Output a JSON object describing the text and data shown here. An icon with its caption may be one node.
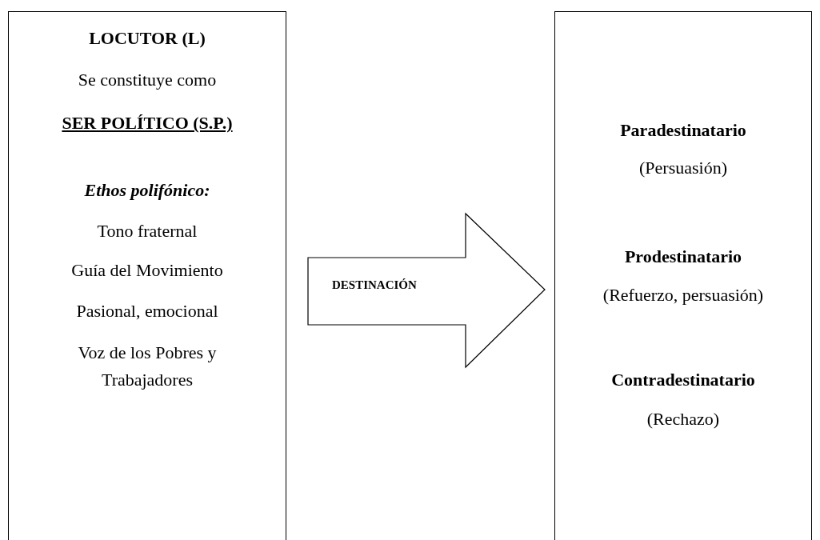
{
  "diagram": {
    "nodes": [
      {
        "text": [
          "LOCUTOR (L)",
          "Se constituye como",
          "SER POLÍTICO (S.P.)",
          "Ethos polifónico:",
          "Tono fraternal",
          "Guía del Movimiento",
          "Pasional, emocional",
          "Voz de los Pobres y Trabajadores"
        ]
      },
      {
        "text": [
          "Paradestinatario",
          "(Persuasión)",
          "Prodestinatario",
          "(Refuerzo, persuasión)",
          "Contradestinatario",
          "(Rechazo)"
        ]
      }
    ],
    "edges": [
      {
        "from": 0,
        "to": 1,
        "arrow": "to",
        "label": "DESTINACIÓN"
      }
    ]
  }
}
